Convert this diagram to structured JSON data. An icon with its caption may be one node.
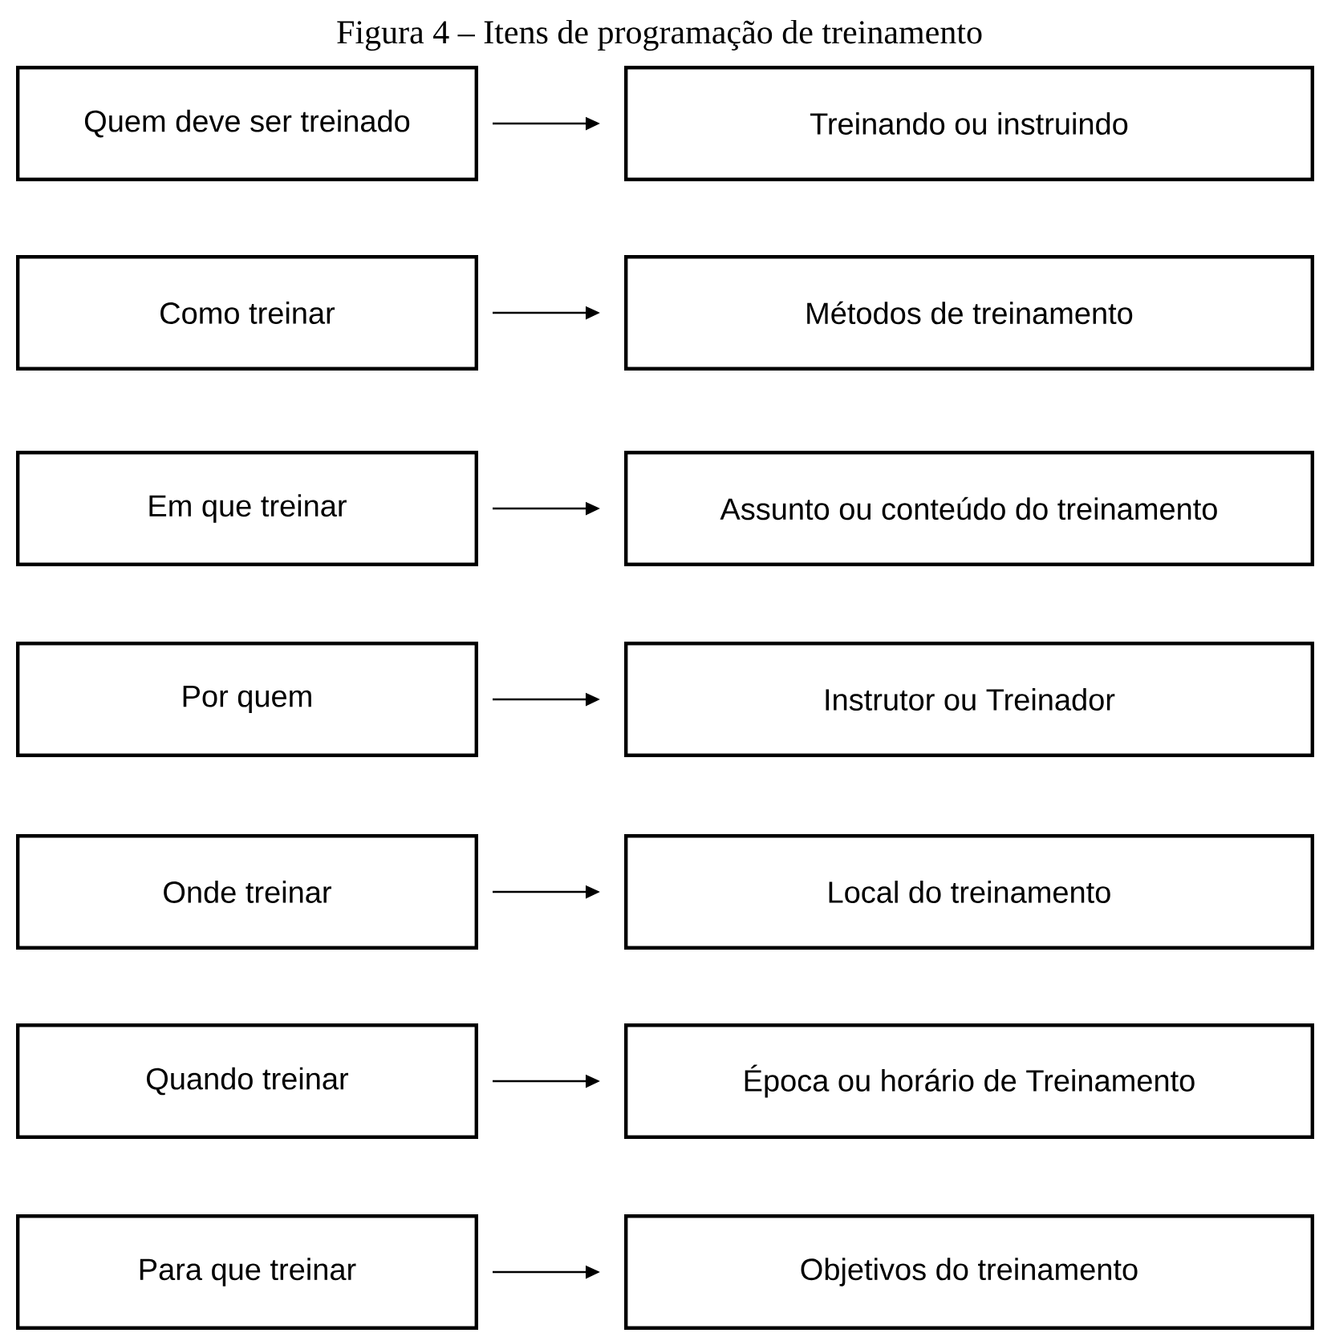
{
  "diagram": {
    "title": "Figura 4 – Itens de programação de treinamento",
    "nodes": [
      {
        "text": [
          "Quem deve ser treinado"
        ]
      },
      {
        "text": [
          "Treinando ou instruindo"
        ]
      },
      {
        "text": [
          "Como treinar"
        ]
      },
      {
        "text": [
          "Métodos de treinamento"
        ]
      },
      {
        "text": [
          "Em que treinar"
        ]
      },
      {
        "text": [
          "Assunto ou conteúdo do treinamento"
        ]
      },
      {
        "text": [
          "Por quem"
        ]
      },
      {
        "text": [
          "Instrutor ou Treinador"
        ]
      },
      {
        "text": [
          "Onde treinar"
        ]
      },
      {
        "text": [
          "Local do treinamento"
        ]
      },
      {
        "text": [
          "Quando treinar"
        ]
      },
      {
        "text": [
          "Época ou horário de Treinamento"
        ]
      },
      {
        "text": [
          "Para que treinar"
        ]
      },
      {
        "text": [
          "Objetivos do treinamento"
        ]
      }
    ],
    "edges": [
      {
        "from": 0,
        "to": 1,
        "arrow": "to"
      },
      {
        "from": 2,
        "to": 3,
        "arrow": "to"
      },
      {
        "from": 4,
        "to": 5,
        "arrow": "to"
      },
      {
        "from": 6,
        "to": 7,
        "arrow": "to"
      },
      {
        "from": 8,
        "to": 9,
        "arrow": "to"
      },
      {
        "from": 10,
        "to": 11,
        "arrow": "to"
      },
      {
        "from": 12,
        "to": 13,
        "arrow": "to"
      }
    ]
  }
}
